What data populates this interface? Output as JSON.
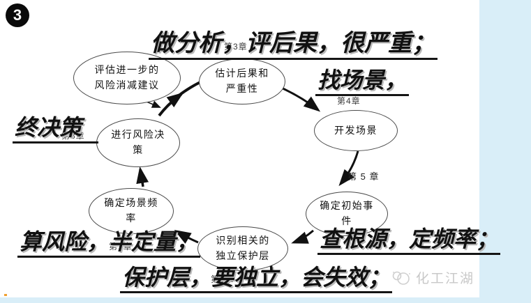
{
  "page": {
    "badge_number": "3"
  },
  "colors": {
    "strip": "#d9eef8",
    "ink": "#111111",
    "watermark": "#c8c8c8"
  },
  "annotations": {
    "top": "做分析，评后果，很严重；",
    "find_scenario": "找场景，",
    "final_decision": "终决策",
    "calc_risk": "算风险，半定量，",
    "protection_layer": "保护层，要独立，会失效；",
    "root_cause": "查根源，定频率；"
  },
  "chapter_labels": {
    "ch3": "第3章",
    "ch4": "第4章",
    "ch5": "第 5 章",
    "ch6": "第6章",
    "ch7": "第7章",
    "ch8": "第8章"
  },
  "nodes": {
    "evaluate": {
      "line1": "评估进一步的",
      "line2": "风险消减建议"
    },
    "estimate": {
      "line1": "估计后果和",
      "line2": "严重性"
    },
    "develop": {
      "line1": "开发场景",
      "line2": ""
    },
    "initiating": {
      "line1": "确定初始事",
      "line2": "件"
    },
    "ipl": {
      "line1": "识别相关的",
      "line2": "独立保护层"
    },
    "frequency": {
      "line1": "确定场景频",
      "line2": "率"
    },
    "decision": {
      "line1": "进行风险决",
      "line2": "策"
    }
  },
  "watermark": {
    "text": "化工江湖"
  }
}
